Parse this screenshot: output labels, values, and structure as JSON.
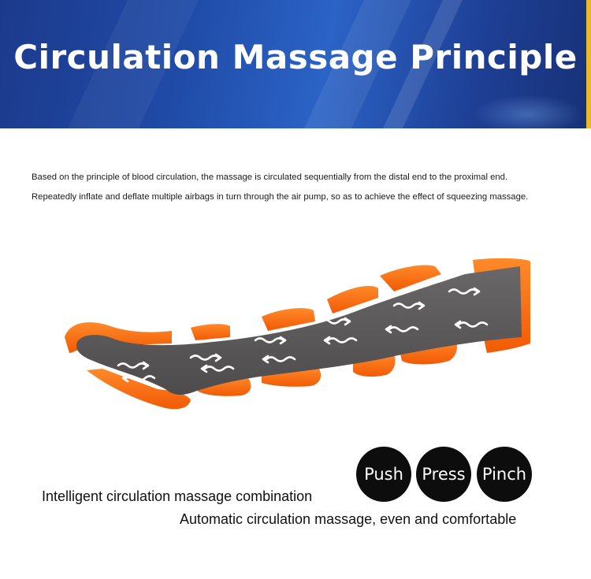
{
  "header": {
    "title": "Circulation Massage Principle"
  },
  "description": {
    "line1": "Based on the principle of blood circulation, the massage is circulated sequentially from the distal end to the proximal end.",
    "line2": "Repeatedly inflate and deflate multiple airbags in turn through the air pump, so as to achieve the effect of squeezing massage."
  },
  "illustration": {
    "icon": "leg-airbag-icon",
    "colors": {
      "airbag": "#ff6a10",
      "leg": "#5d5a5c",
      "arrow": "#ffffff"
    }
  },
  "modes": [
    {
      "label": "Push"
    },
    {
      "label": "Press"
    },
    {
      "label": "Pinch"
    }
  ],
  "taglines": {
    "primary": "Intelligent circulation massage combination",
    "secondary": "Automatic circulation massage, even and comfortable"
  },
  "colors": {
    "banner": "#1f4aa6",
    "accent_gold": "#e8b92a",
    "circle": "#0d0d0d"
  }
}
